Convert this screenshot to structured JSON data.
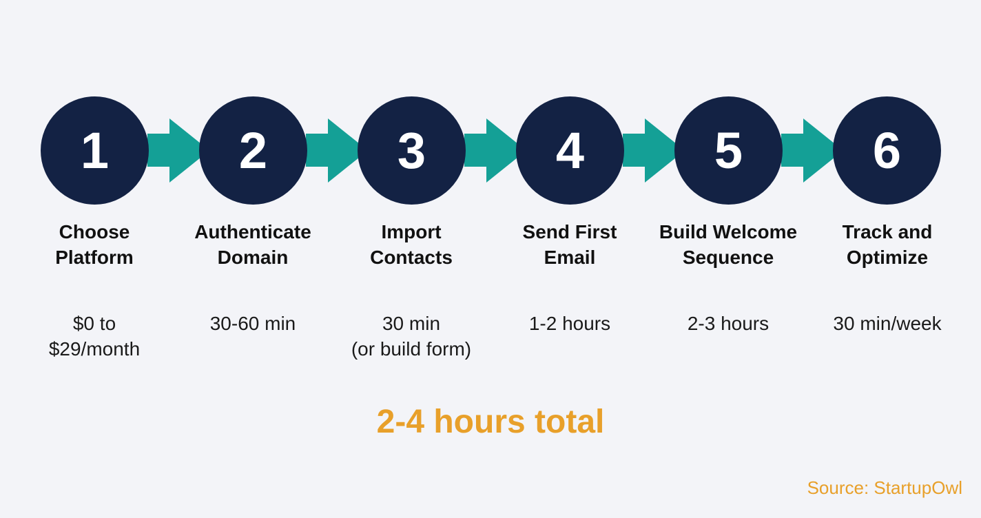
{
  "colors": {
    "background": "#f3f4f8",
    "circle": "#132244",
    "arrow": "#14a096",
    "accent": "#e8a02a",
    "text": "#111111"
  },
  "steps": [
    {
      "number": "1",
      "title": "Choose\nPlatform",
      "time": "$0 to\n$29/month"
    },
    {
      "number": "2",
      "title": "Authenticate\nDomain",
      "time": "30-60 min"
    },
    {
      "number": "3",
      "title": "Import\nContacts",
      "time": "30 min\n(or build form)"
    },
    {
      "number": "4",
      "title": "Send First\nEmail",
      "time": "1-2 hours"
    },
    {
      "number": "5",
      "title": "Build Welcome\nSequence",
      "time": "2-3 hours"
    },
    {
      "number": "6",
      "title": "Track and\nOptimize",
      "time": "30 min/week"
    }
  ],
  "total": "2-4 hours total",
  "source": "Source: StartupOwl"
}
